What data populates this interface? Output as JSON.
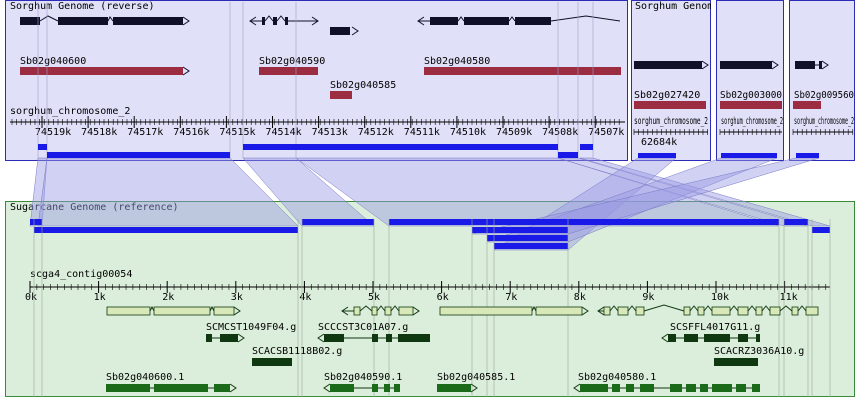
{
  "colors": {
    "sorghum_bg": "#e0e0f8",
    "sorghum_border": "#2c2cb8",
    "sugarcane_bg": "#dbeedb",
    "sugarcane_border": "#3a8a3a",
    "match_block": "#1a1ae8",
    "match_band": "#9a9ae4",
    "gene_model_red": "#9c2c42",
    "gene_black": "#101028",
    "est_light": "#d8e8b8",
    "est_dark": "#103810",
    "genemodel_green": "#1a6a1a"
  },
  "sorghum_main": {
    "title": "Sorghum Genome (reverse)",
    "chromosome": "sorghum_chromosome_2",
    "genes": [
      "Sb02g040600",
      "Sb02g040590",
      "Sb02g040585",
      "Sb02g040580"
    ],
    "ticks": [
      "74519k",
      "74518k",
      "74517k",
      "74516k",
      "74515k",
      "74514k",
      "74513k",
      "74512k",
      "74511k",
      "74510k",
      "74509k",
      "74508k",
      "74507k"
    ]
  },
  "sorghum_panels": [
    {
      "title": "Sorghum Genome",
      "gene": "Sb02g027420",
      "chromosome": "sorghum_chromosome_2",
      "tick": "62684k"
    },
    {
      "title": "",
      "gene": "Sb02g003000",
      "chromosome": "sorghum_chromosome_2",
      "tick": ""
    },
    {
      "title": "",
      "gene": "Sb02g009560",
      "chromosome": "sorghum_chromosome_2",
      "tick": ""
    }
  ],
  "sugarcane": {
    "title": "Sugarcane Genome (reference)",
    "contig": "scga4_contig00054",
    "ticks": [
      "0k",
      "1k",
      "2k",
      "3k",
      "4k",
      "5k",
      "6k",
      "7k",
      "8k",
      "9k",
      "10k",
      "11k"
    ],
    "est_labels": [
      "SCMCST1049F04.g",
      "SCCCST3C01A07.g",
      "SCSFFL4017G11.g",
      "SCACSB1118B02.g",
      "SCACRZ3036A10.g"
    ],
    "gene_model_labels": [
      "Sb02g040600.1",
      "Sb02g040590.1",
      "Sb02g040585.1",
      "Sb02g040580.1"
    ]
  }
}
